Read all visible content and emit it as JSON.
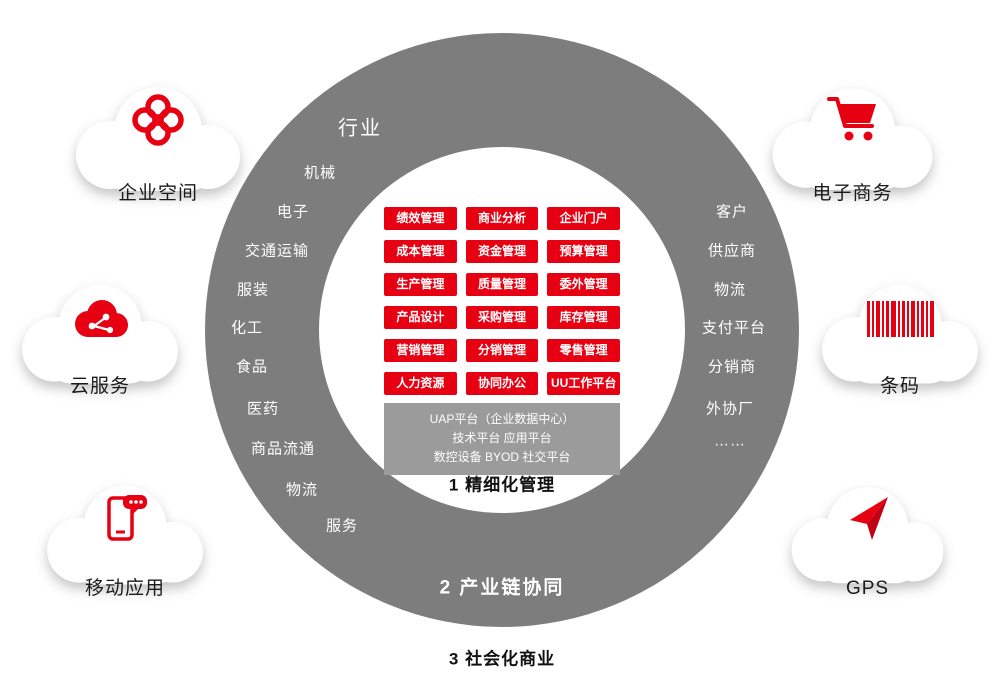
{
  "ring": {
    "color": "#7d7d7d",
    "industries_title": "行业",
    "industries": [
      "机械",
      "电子",
      "交通运输",
      "服装",
      "化工",
      "食品",
      "医药",
      "商品流通",
      "物流",
      "服务"
    ],
    "partners": [
      "客户",
      "供应商",
      "物流",
      "支付平台",
      "分销商",
      "外协厂",
      "……"
    ],
    "level2_label": "2 产业链协同",
    "level3_label": "3 社会化商业"
  },
  "core": {
    "module_color": "#e60012",
    "platform_color": "#9b9b9b",
    "modules": [
      "绩效管理",
      "商业分析",
      "企业门户",
      "成本管理",
      "资金管理",
      "预算管理",
      "生产管理",
      "质量管理",
      "委外管理",
      "产品设计",
      "采购管理",
      "库存管理",
      "营销管理",
      "分销管理",
      "零售管理",
      "人力资源",
      "协同办公",
      "UU工作平台"
    ],
    "platform_lines": [
      "UAP平台（企业数据中心）",
      "技术平台 应用平台",
      "数控设备 BYOD 社交平台"
    ],
    "level1_label": "1 精细化管理"
  },
  "clouds": [
    {
      "label": "企业空间",
      "icon": "interlocked-rings-icon"
    },
    {
      "label": "云服务",
      "icon": "cloud-share-icon"
    },
    {
      "label": "移动应用",
      "icon": "mobile-chat-icon"
    },
    {
      "label": "电子商务",
      "icon": "shopping-cart-icon"
    },
    {
      "label": "条码",
      "icon": "barcode-icon"
    },
    {
      "label": "GPS",
      "icon": "navigation-arrow-icon"
    }
  ]
}
